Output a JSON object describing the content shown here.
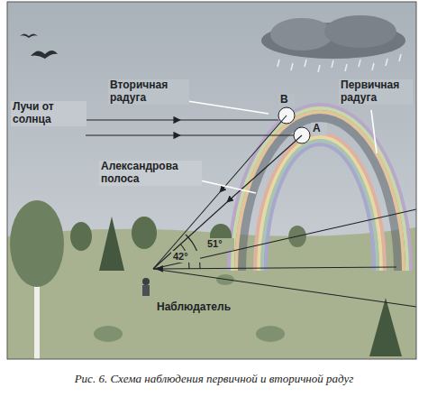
{
  "diagram": {
    "caption": "Рис. 6. Схема наблюдения первичной и вторичной радуг",
    "labels": [
      "Лучи от солнца",
      "Вторичная радуга",
      "В",
      "А",
      "Первичная радуга",
      "Александрова полоса",
      "42°",
      "51°",
      "Наблюдатель"
    ]
  }
}
